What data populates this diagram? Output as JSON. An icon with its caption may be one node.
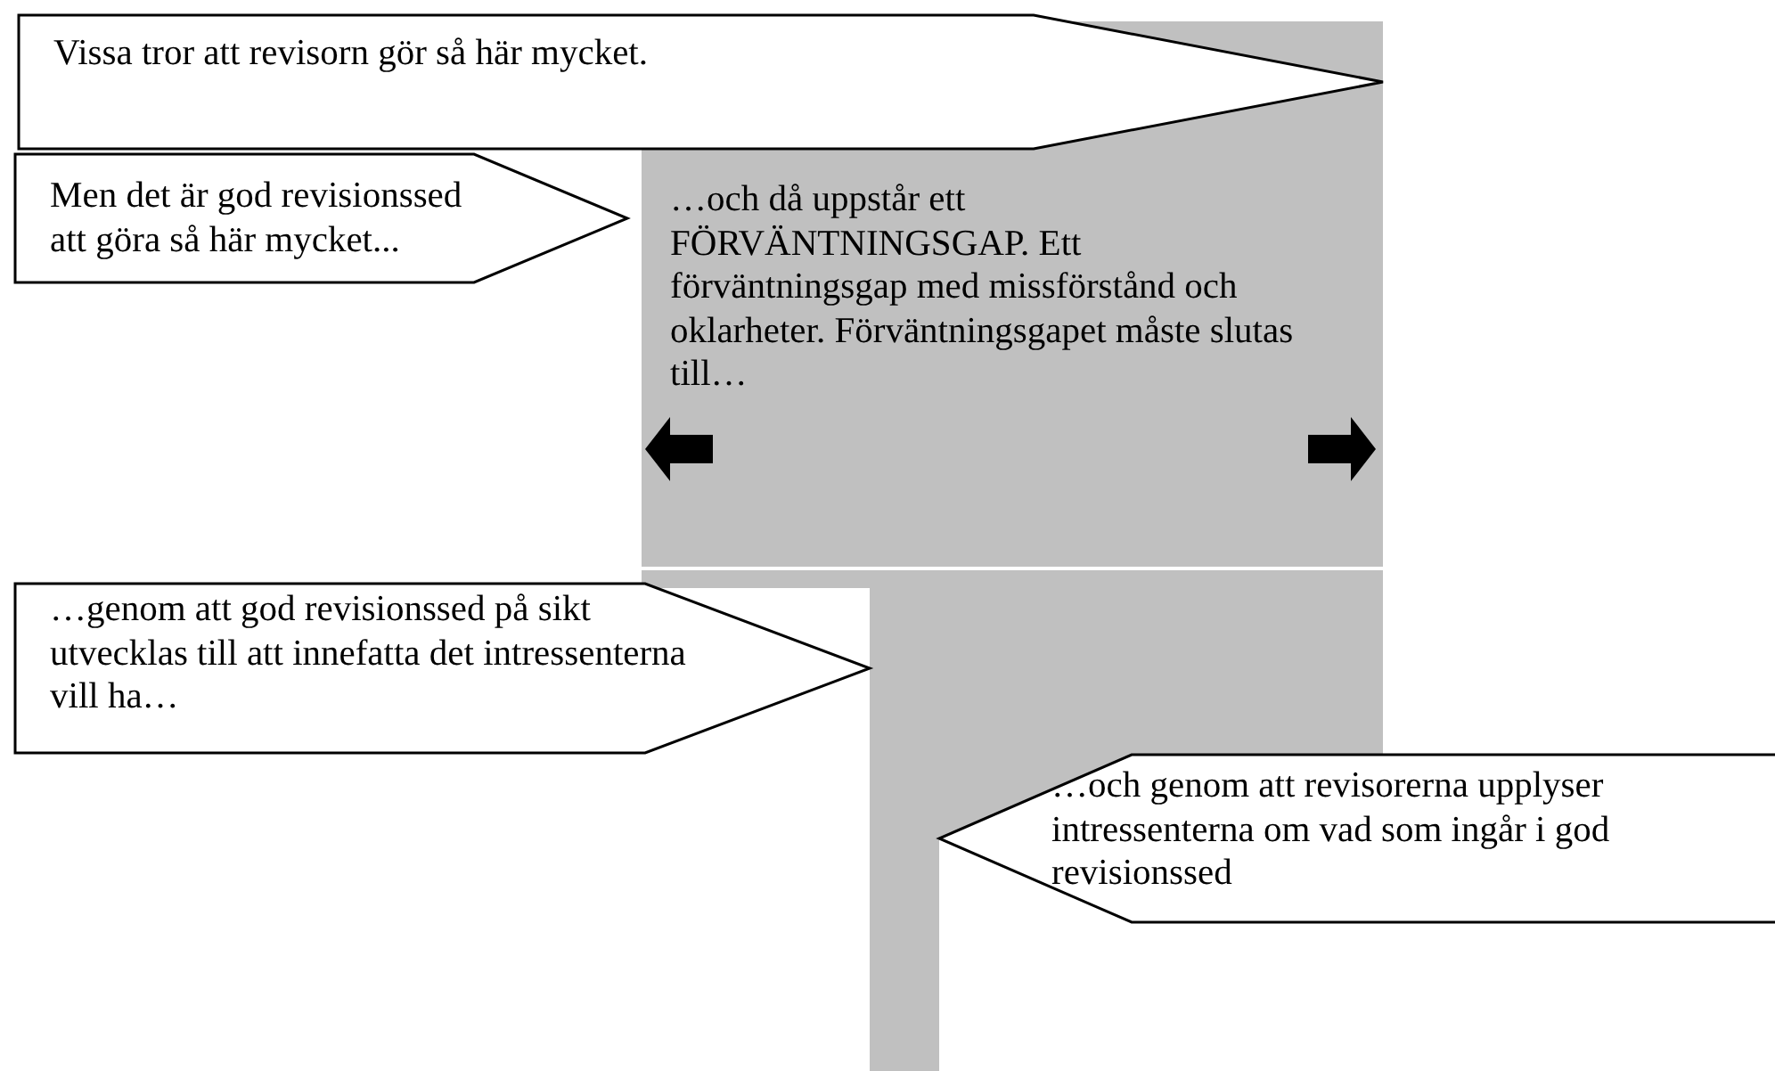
{
  "diagram": {
    "nodes": [
      {
        "text": [
          "Vissa tror att revisorn gör så här mycket."
        ]
      },
      {
        "text": [
          "Men det är god revisionssed att göra så här mycket..."
        ]
      },
      {
        "text": [
          "…och då uppstår ett FÖRVÄNTNINGSGAP. Ett förväntningsgap med missförstånd och oklarheter. Förväntningsgapet måste slutas till…"
        ]
      },
      {
        "text": [
          "…genom att god revisionssed på sikt utvecklas till att innefatta det intressenterna vill ha…"
        ]
      },
      {
        "text": [
          "…och genom att revisorerna upplyser intressenterna om vad som ingår i god revisionssed"
        ]
      }
    ]
  }
}
